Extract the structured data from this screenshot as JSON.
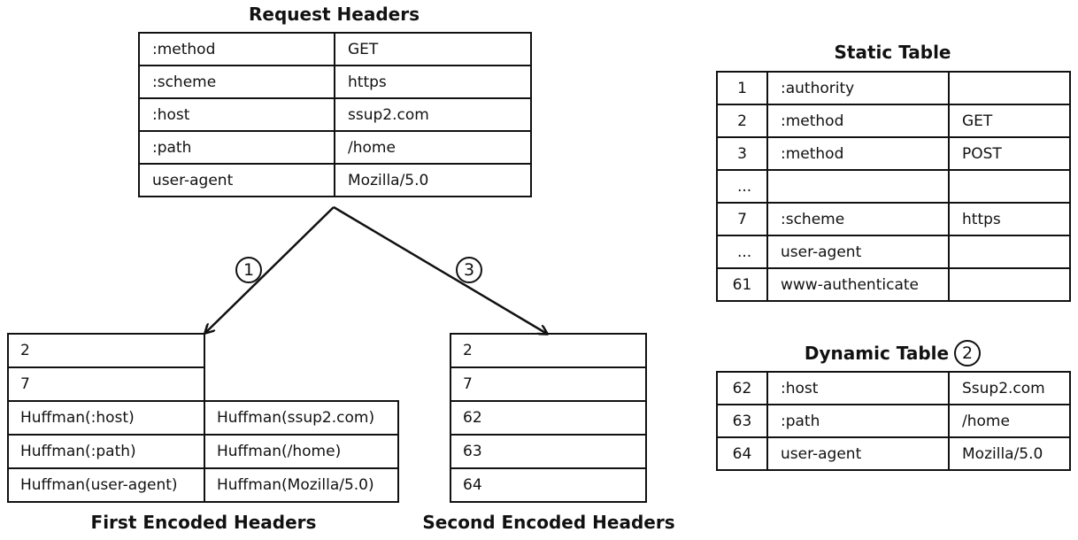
{
  "request_headers": {
    "title": "Request Headers",
    "rows": [
      {
        "name": ":method",
        "value": "GET"
      },
      {
        "name": ":scheme",
        "value": "https"
      },
      {
        "name": ":host",
        "value": "ssup2.com"
      },
      {
        "name": ":path",
        "value": "/home"
      },
      {
        "name": "user-agent",
        "value": "Mozilla/5.0"
      }
    ]
  },
  "static_table": {
    "title": "Static Table",
    "rows": [
      {
        "index": "1",
        "name": ":authority",
        "value": ""
      },
      {
        "index": "2",
        "name": ":method",
        "value": "GET"
      },
      {
        "index": "3",
        "name": ":method",
        "value": "POST"
      },
      {
        "index": "...",
        "name": "",
        "value": ""
      },
      {
        "index": "7",
        "name": ":scheme",
        "value": "https"
      },
      {
        "index": "...",
        "name": "user-agent",
        "value": ""
      },
      {
        "index": "61",
        "name": "www-authenticate",
        "value": ""
      }
    ]
  },
  "dynamic_table": {
    "title": "Dynamic Table",
    "step": "2",
    "rows": [
      {
        "index": "62",
        "name": ":host",
        "value": "Ssup2.com"
      },
      {
        "index": "63",
        "name": ":path",
        "value": "/home"
      },
      {
        "index": "64",
        "name": "user-agent",
        "value": "Mozilla/5.0"
      }
    ]
  },
  "first_encoded": {
    "title": "First Encoded Headers",
    "step": "1",
    "indexed": [
      "2",
      "7"
    ],
    "literal": [
      {
        "name": "Huffman(:host)",
        "value": "Huffman(ssup2.com)"
      },
      {
        "name": "Huffman(:path)",
        "value": "Huffman(/home)"
      },
      {
        "name": "Huffman(user-agent)",
        "value": "Huffman(Mozilla/5.0)"
      }
    ]
  },
  "second_encoded": {
    "title": "Second Encoded Headers",
    "step": "3",
    "rows": [
      "2",
      "7",
      "62",
      "63",
      "64"
    ]
  }
}
